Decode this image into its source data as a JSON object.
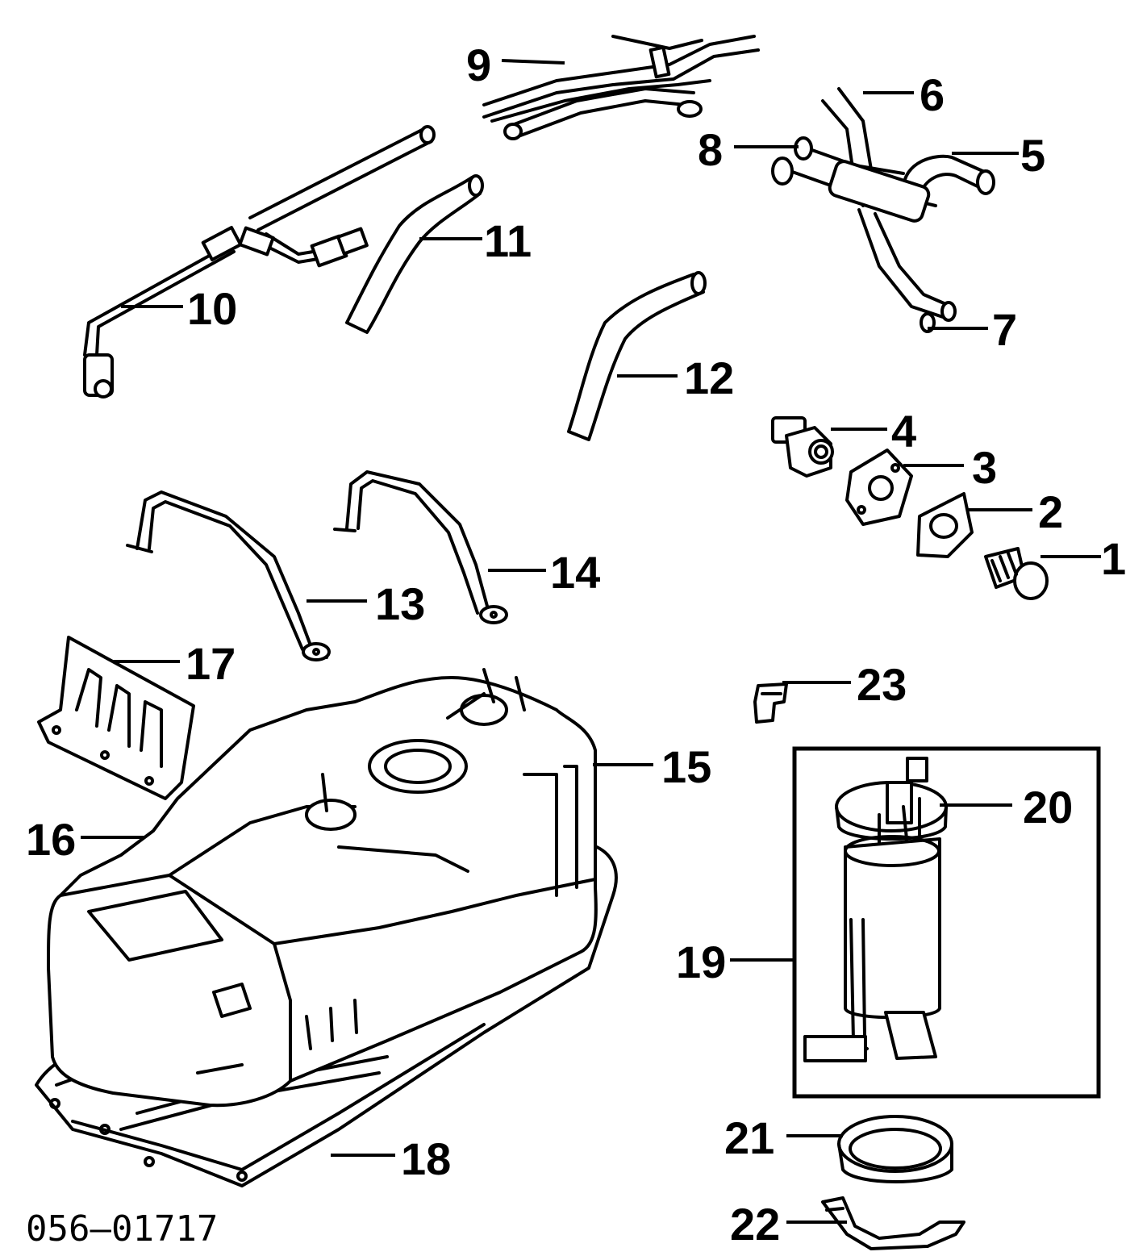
{
  "figure": {
    "code": "056–01717",
    "parts": [
      {
        "id": "1",
        "icon": "bolt-icon"
      },
      {
        "id": "2",
        "icon": "gasket-icon"
      },
      {
        "id": "3",
        "icon": "flange-plate-icon"
      },
      {
        "id": "4",
        "icon": "valve-connector-icon"
      },
      {
        "id": "5",
        "icon": "hose-icon"
      },
      {
        "id": "6",
        "icon": "hose-icon"
      },
      {
        "id": "7",
        "icon": "hose-icon"
      },
      {
        "id": "8",
        "icon": "hose-icon"
      },
      {
        "id": "9",
        "icon": "hose-bundle-icon"
      },
      {
        "id": "10",
        "icon": "fuel-line-icon"
      },
      {
        "id": "11",
        "icon": "filler-hose-icon"
      },
      {
        "id": "12",
        "icon": "filler-hose-icon"
      },
      {
        "id": "13",
        "icon": "tank-strap-icon"
      },
      {
        "id": "14",
        "icon": "tank-strap-icon"
      },
      {
        "id": "15",
        "icon": "fuel-tank-icon"
      },
      {
        "id": "16",
        "icon": "fuel-tank-icon"
      },
      {
        "id": "17",
        "icon": "heat-shield-icon"
      },
      {
        "id": "18",
        "icon": "skid-plate-icon"
      },
      {
        "id": "19",
        "icon": "fuel-pump-module-icon"
      },
      {
        "id": "20",
        "icon": "fuel-pump-icon"
      },
      {
        "id": "21",
        "icon": "lock-ring-icon"
      },
      {
        "id": "22",
        "icon": "seal-icon"
      },
      {
        "id": "23",
        "icon": "clip-icon"
      }
    ]
  }
}
